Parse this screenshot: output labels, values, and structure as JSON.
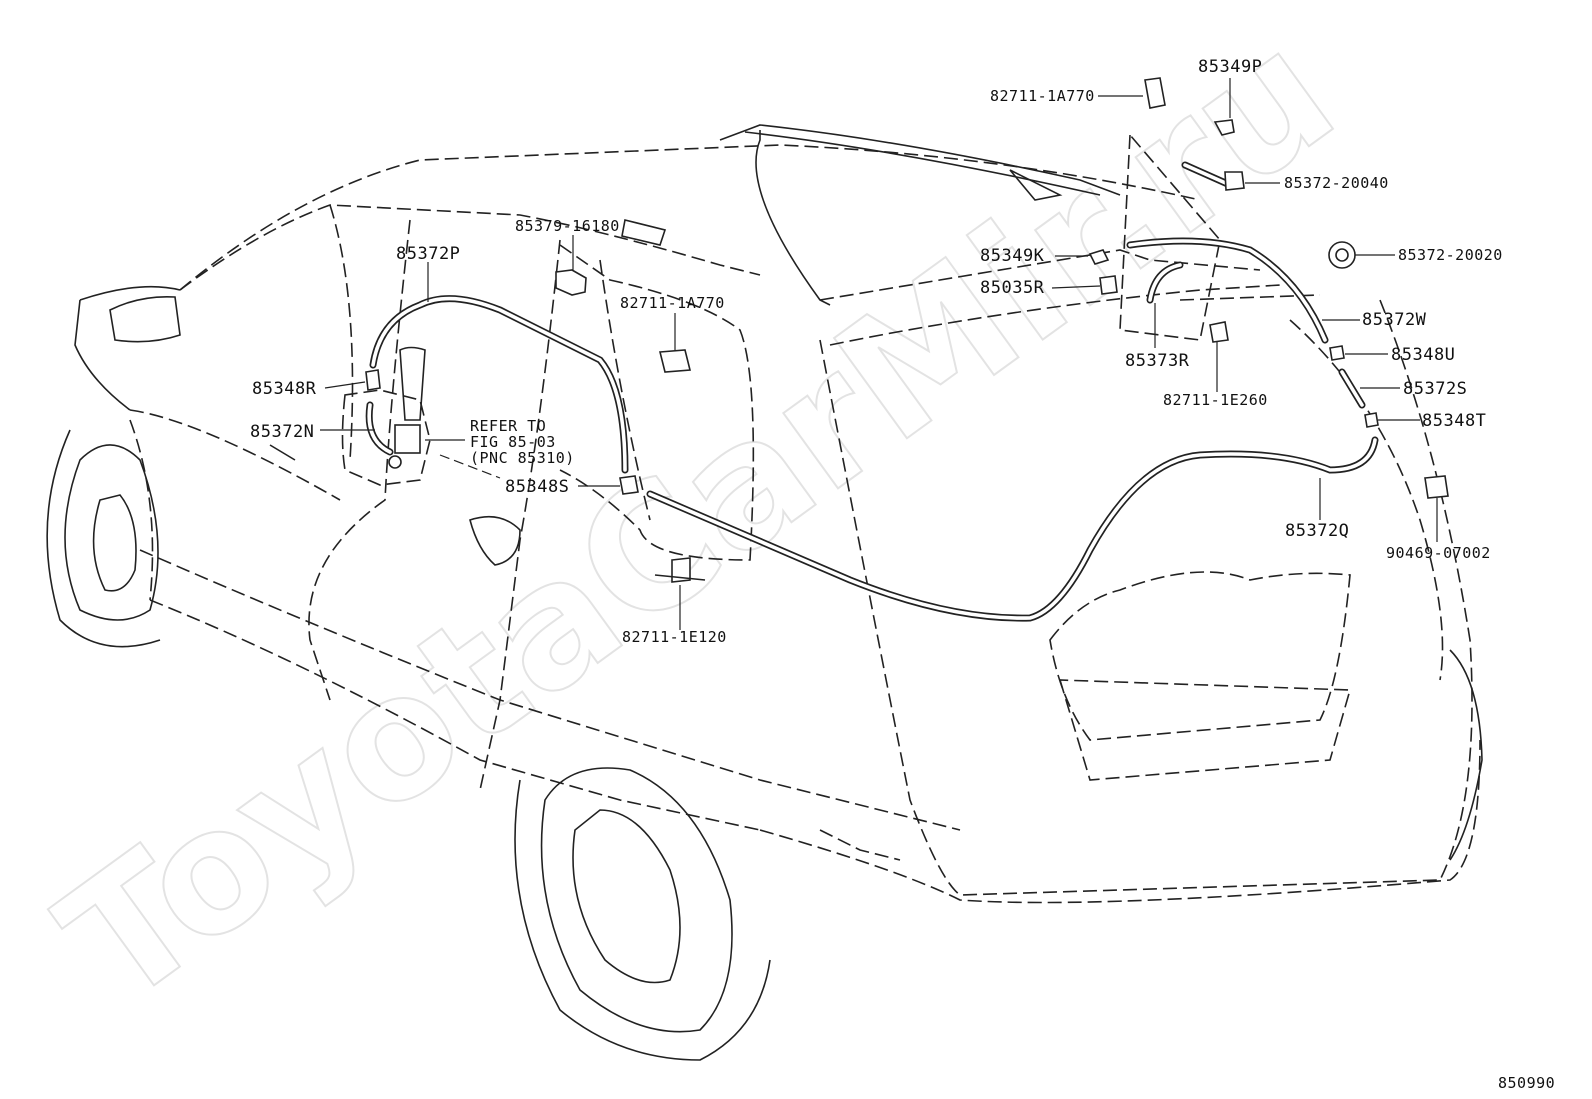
{
  "watermark": "ToyotaCarMir.ru",
  "figure_code": "850990",
  "labels": {
    "p82711_1A770_top": "82711-1A770",
    "p85349P": "85349P",
    "p85372_20040": "85372-20040",
    "p85379_16180": "85379-16180",
    "p85372P": "85372P",
    "p82711_1A770_mid": "82711-1A770",
    "p85349K": "85349K",
    "p85035R": "85035R",
    "p85372_20020": "85372-20020",
    "p85372W": "85372W",
    "p85373R": "85373R",
    "p85348U": "85348U",
    "p82711_1E260": "82711-1E260",
    "p85372S": "85372S",
    "p85348T": "85348T",
    "p85348R": "85348R",
    "p85372N": "85372N",
    "refer_1": "REFER TO",
    "refer_2": "FIG 85-03",
    "refer_3": "(PNC 85310)",
    "p85348S": "85348S",
    "p85372Q": "85372Q",
    "p90469_07002": "90469-07002",
    "p82711_1E120": "82711-1E120"
  }
}
